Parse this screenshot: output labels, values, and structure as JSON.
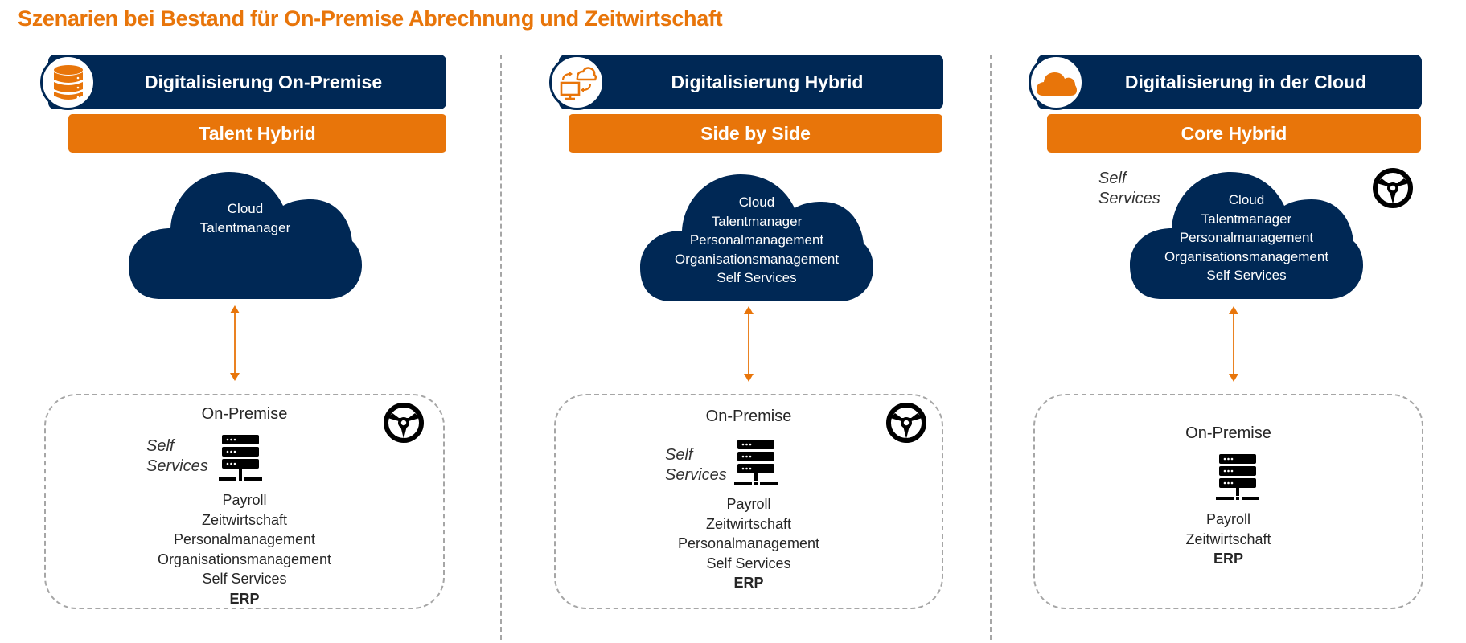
{
  "title": "Szenarien bei Bestand für On-Premise Abrechnung und Zeitwirtschaft",
  "colors": {
    "accent_orange": "#E8750A",
    "navy": "#002855",
    "divider_gray": "#a6a6a6",
    "text_dark": "#262626"
  },
  "columns": [
    {
      "header": "Digitalisierung On-Premise",
      "header_icon": "database-icon",
      "subheader": "Talent Hybrid",
      "cloud": {
        "lines": [
          "Cloud",
          "Talentmanager"
        ]
      },
      "cloud_self_services_label": null,
      "cloud_has_wheel": false,
      "onprem": {
        "title": "On-Premise",
        "self_services_label": [
          "Self",
          "Services"
        ],
        "has_wheel": true,
        "items": [
          "Payroll",
          "Zeitwirtschaft",
          "Personalmanagement",
          "Organisationsmanagement",
          "Self Services"
        ],
        "bold_item": "ERP"
      }
    },
    {
      "header": "Digitalisierung Hybrid",
      "header_icon": "hybrid-sync-icon",
      "subheader": "Side by Side",
      "cloud": {
        "lines": [
          "Cloud",
          "Talentmanager",
          "Personalmanagement",
          "Organisationsmanagement",
          "Self Services"
        ]
      },
      "cloud_self_services_label": null,
      "cloud_has_wheel": false,
      "onprem": {
        "title": "On-Premise",
        "self_services_label": [
          "Self",
          "Services"
        ],
        "has_wheel": true,
        "items": [
          "Payroll",
          "Zeitwirtschaft",
          "Personalmanagement",
          "Self Services"
        ],
        "bold_item": "ERP"
      }
    },
    {
      "header": "Digitalisierung in der Cloud",
      "header_icon": "cloud-icon",
      "subheader": "Core Hybrid",
      "cloud": {
        "lines": [
          "Cloud",
          "Talentmanager",
          "Personalmanagement",
          "Organisationsmanagement",
          "Self Services"
        ]
      },
      "cloud_self_services_label": [
        "Self",
        "Services"
      ],
      "cloud_has_wheel": true,
      "onprem": {
        "title": "On-Premise",
        "self_services_label": null,
        "has_wheel": false,
        "items": [
          "Payroll",
          "Zeitwirtschaft"
        ],
        "bold_item": "ERP"
      }
    }
  ]
}
